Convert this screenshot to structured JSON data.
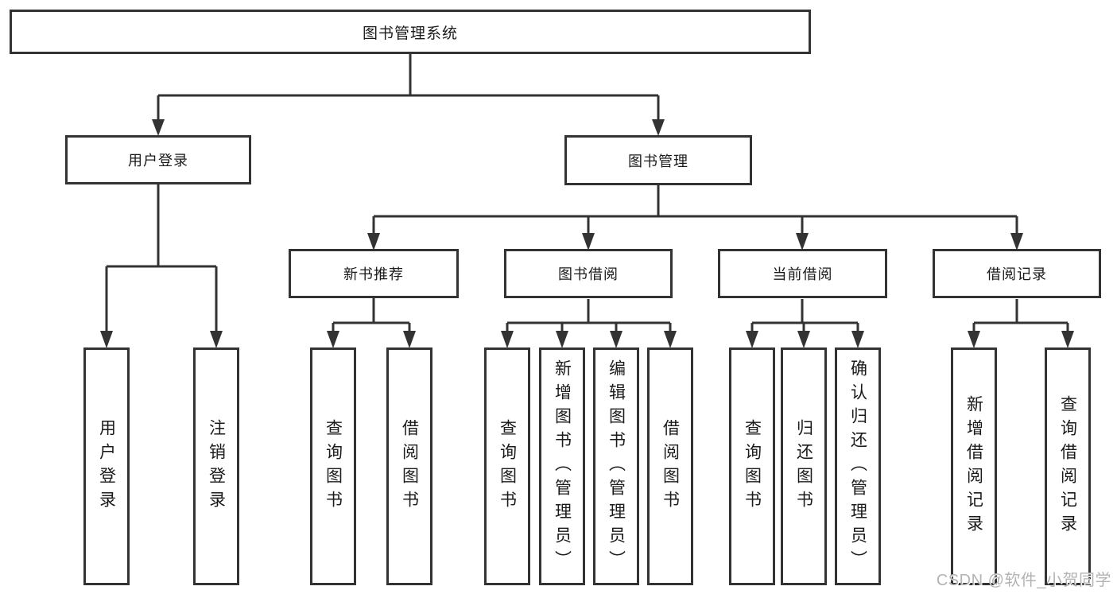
{
  "title": "图书管理系统",
  "watermark": {
    "text": "CSDN @软件_小贺同学"
  },
  "colors": {
    "line": "#333333",
    "text": "#1a1a1a",
    "background": "#ffffff",
    "watermark": "#b3b3b3"
  },
  "tree": {
    "label": "图书管理系统",
    "children": [
      {
        "label": "用户登录",
        "children": [
          {
            "label": "用户登录"
          },
          {
            "label": "注销登录"
          }
        ]
      },
      {
        "label": "图书管理",
        "children": [
          {
            "label": "新书推荐",
            "children": [
              {
                "label": "查询图书"
              },
              {
                "label": "借阅图书"
              }
            ]
          },
          {
            "label": "图书借阅",
            "children": [
              {
                "label": "查询图书"
              },
              {
                "label": "新增图书（管理员）"
              },
              {
                "label": "编辑图书（管理员）"
              },
              {
                "label": "借阅图书"
              }
            ]
          },
          {
            "label": "当前借阅",
            "children": [
              {
                "label": "查询图书"
              },
              {
                "label": "归还图书"
              },
              {
                "label": "确认归还（管理员）"
              }
            ]
          },
          {
            "label": "借阅记录",
            "children": [
              {
                "label": "新增借阅记录"
              },
              {
                "label": "查询借阅记录"
              }
            ]
          }
        ]
      }
    ]
  }
}
